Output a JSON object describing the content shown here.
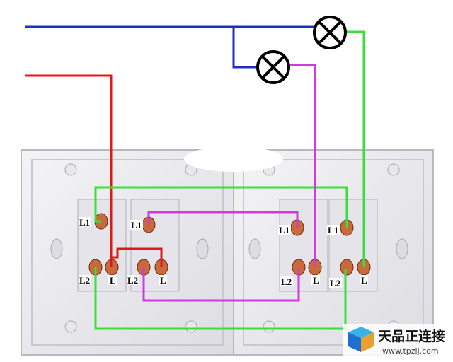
{
  "wires": {
    "neutral_color": "#1b2fc8",
    "live_color": "#e01818",
    "traveler_a_color": "#3adf3a",
    "traveler_b_color": "#d23adf",
    "connector_color": "#e01818"
  },
  "lamps": [
    "lamp-upper-right",
    "lamp-lower-left"
  ],
  "switch_left": {
    "units": [
      {
        "l1": "L1",
        "l2": "L2",
        "l": "L"
      },
      {
        "l1": "L1",
        "l2": "L2",
        "l": "L"
      }
    ]
  },
  "switch_right": {
    "units": [
      {
        "l1": "L1",
        "l2": "L2",
        "l": "L"
      },
      {
        "l1": "L1",
        "l2": "L2",
        "l": "L"
      }
    ]
  },
  "watermark": {
    "brand": "天品正连接",
    "url": "www.tpzlj.com",
    "logo_colors": [
      "#1e6fd0",
      "#38b0e8",
      "#e8a030"
    ]
  }
}
